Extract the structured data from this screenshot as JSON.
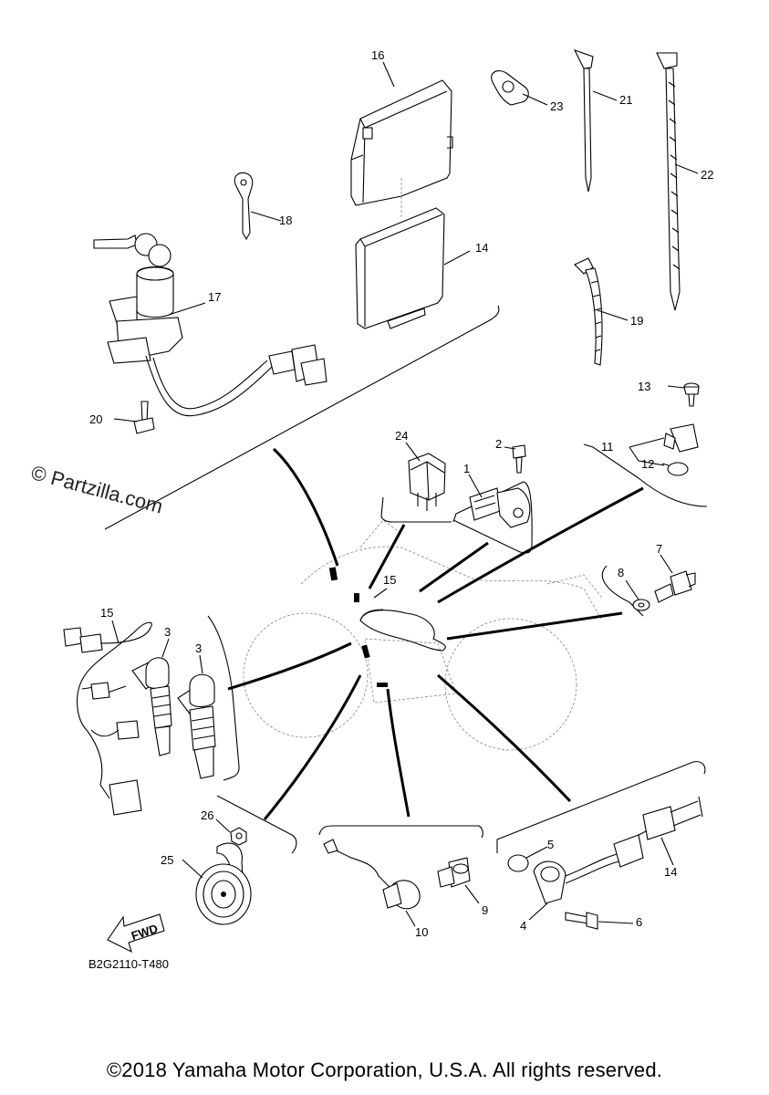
{
  "watermark": "© Partzilla.com",
  "diagram_code": "B2G2110-T480",
  "copyright": "©2018 Yamaha Motor Corporation, U.S.A. All rights reserved.",
  "fwd_label": "FWD",
  "callouts": {
    "c1": "1",
    "c2": "2",
    "c3a": "3",
    "c3b": "3",
    "c4": "4",
    "c5": "5",
    "c6": "6",
    "c7": "7",
    "c8": "8",
    "c9": "9",
    "c10": "10",
    "c11": "11",
    "c12": "12",
    "c13": "13",
    "c14a": "14",
    "c14b": "14",
    "c15a": "15",
    "c15b": "15",
    "c16": "16",
    "c17": "17",
    "c18": "18",
    "c19": "19",
    "c20": "20",
    "c21": "21",
    "c22": "22",
    "c23": "23",
    "c24": "24",
    "c25": "25",
    "c26": "26"
  }
}
